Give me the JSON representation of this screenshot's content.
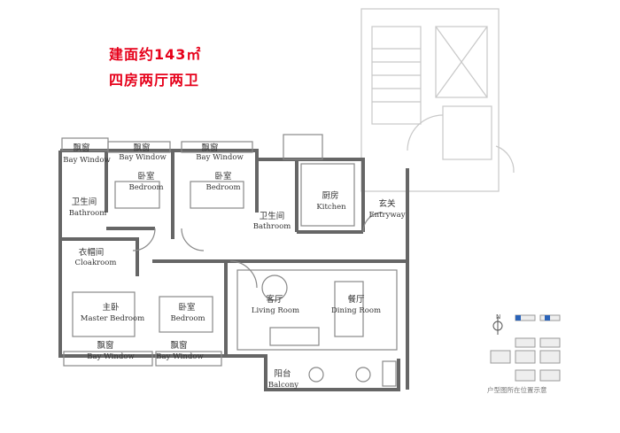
{
  "header": {
    "area": "建面约143㎡",
    "layout": "四房两厅两卫"
  },
  "rooms": {
    "bay_window_tl": {
      "cn": "飘窗",
      "en": "Bay Window"
    },
    "bay_window_t2": {
      "cn": "飘窗",
      "en": "Bay Window"
    },
    "bay_window_t3": {
      "cn": "飘窗",
      "en": "Bay Window"
    },
    "bedroom_1": {
      "cn": "卧室",
      "en": "Bedroom"
    },
    "bedroom_2": {
      "cn": "卧室",
      "en": "Bedroom"
    },
    "bathroom_1": {
      "cn": "卫生间",
      "en": "Bathroom"
    },
    "bathroom_2": {
      "cn": "卫生间",
      "en": "Bathroom"
    },
    "kitchen": {
      "cn": "厨房",
      "en": "Kitchen"
    },
    "entryway": {
      "cn": "玄关",
      "en": "Entryway"
    },
    "cloakroom": {
      "cn": "衣帽间",
      "en": "Cloakroom"
    },
    "master_bedroom": {
      "cn": "主卧",
      "en": "Master Bedroom"
    },
    "bedroom_3": {
      "cn": "卧室",
      "en": "Bedroom"
    },
    "living_room": {
      "cn": "客厅",
      "en": "Living Room"
    },
    "dining_room": {
      "cn": "餐厅",
      "en": "Dining Room"
    },
    "bay_window_b1": {
      "cn": "飘窗",
      "en": "Bay Window"
    },
    "bay_window_b2": {
      "cn": "飘窗",
      "en": "Bay Window"
    },
    "balcony": {
      "cn": "阳台",
      "en": "Balcony"
    }
  },
  "key_plan": {
    "north": "N",
    "caption": "户型图所在位置示意"
  },
  "colors": {
    "wall": "#666666",
    "heading": "#e6001a",
    "highlight": "#2a63b8",
    "ghost": "#c8c8c8"
  }
}
